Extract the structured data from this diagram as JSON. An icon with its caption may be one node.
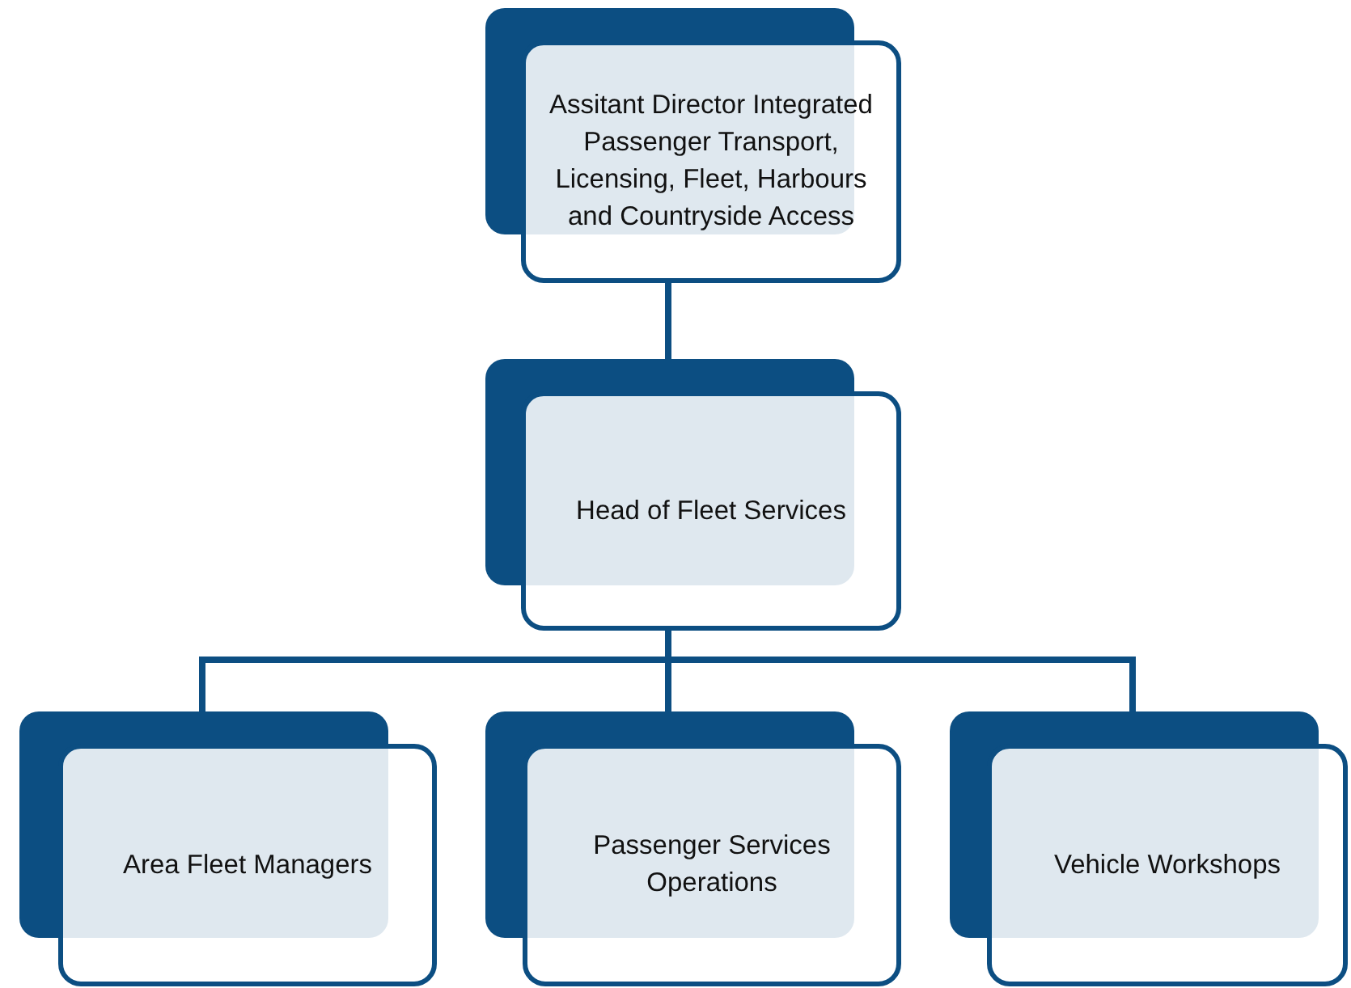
{
  "diagram": {
    "nodes": [
      {
        "text": [
          "Assitant Director Integrated Passenger Transport, Licensing, Fleet, Harbours and Countryside Access"
        ]
      },
      {
        "text": [
          "Head of Fleet Services"
        ]
      },
      {
        "text": [
          "Area Fleet Managers"
        ]
      },
      {
        "text": [
          "Passenger Services Operations"
        ]
      },
      {
        "text": [
          "Vehicle Workshops"
        ]
      }
    ],
    "edges": [
      {
        "from": 0,
        "to": 1,
        "arrow": "none"
      },
      {
        "from": 1,
        "to": 2,
        "arrow": "none"
      },
      {
        "from": 1,
        "to": 3,
        "arrow": "none"
      },
      {
        "from": 1,
        "to": 4,
        "arrow": "none"
      }
    ]
  }
}
